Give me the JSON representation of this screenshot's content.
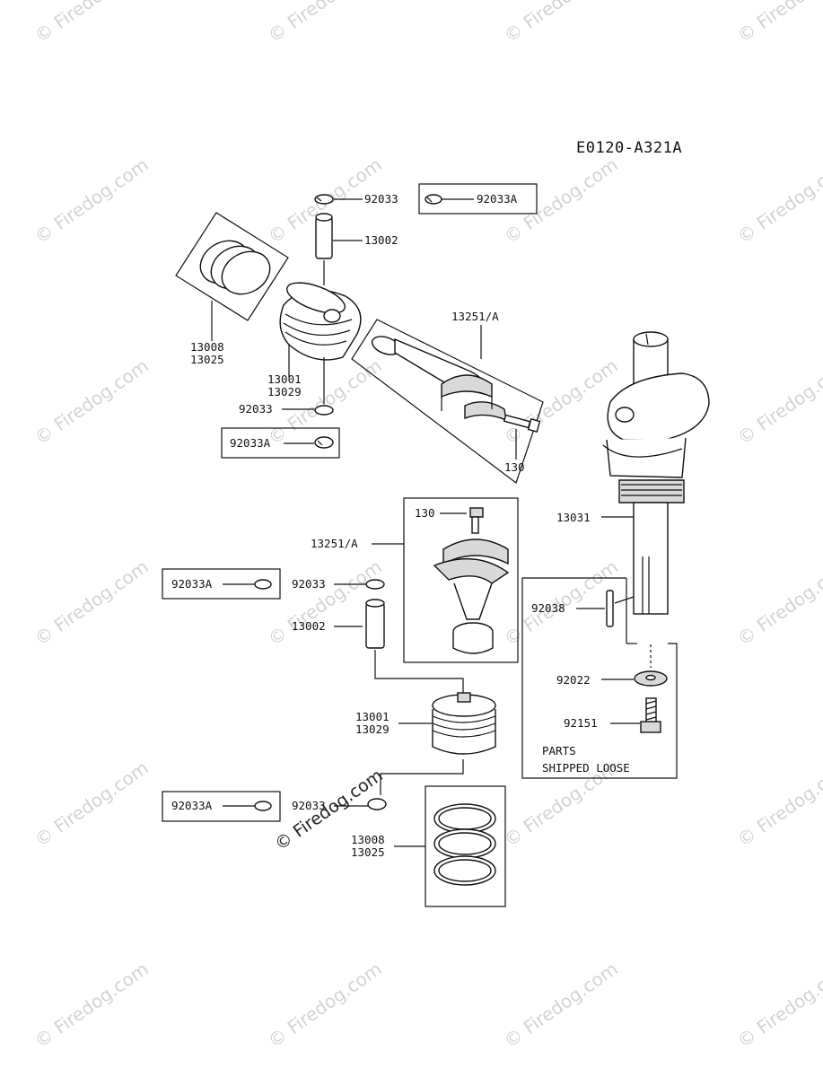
{
  "diagram_code": "E0120-A321A",
  "watermark": "© Firedog.com",
  "note": [
    "PARTS",
    "SHIPPED LOOSE"
  ],
  "labels": {
    "top_circlip": "92033",
    "top_circlip_alt": "92033A",
    "top_pin": "13002",
    "top_rings_a": "13008",
    "top_rings_b": "13025",
    "top_piston_a": "13001",
    "top_piston_b": "13029",
    "top_low_circlip": "92033",
    "top_low_circlip_alt": "92033A",
    "top_conrod": "13251/A",
    "top_bolt": "130",
    "crankshaft": "13031",
    "key": "92038",
    "washer": "92022",
    "bolt": "92151",
    "bot_bolt": "130",
    "bot_conrod": "13251/A",
    "bot_circlip_alt": "92033A",
    "bot_circlip": "92033",
    "bot_pin": "13002",
    "bot_piston_a": "13001",
    "bot_piston_b": "13029",
    "bot_low_circlip_alt": "92033A",
    "bot_low_circlip": "92033",
    "bot_rings_a": "13008",
    "bot_rings_b": "13025"
  }
}
